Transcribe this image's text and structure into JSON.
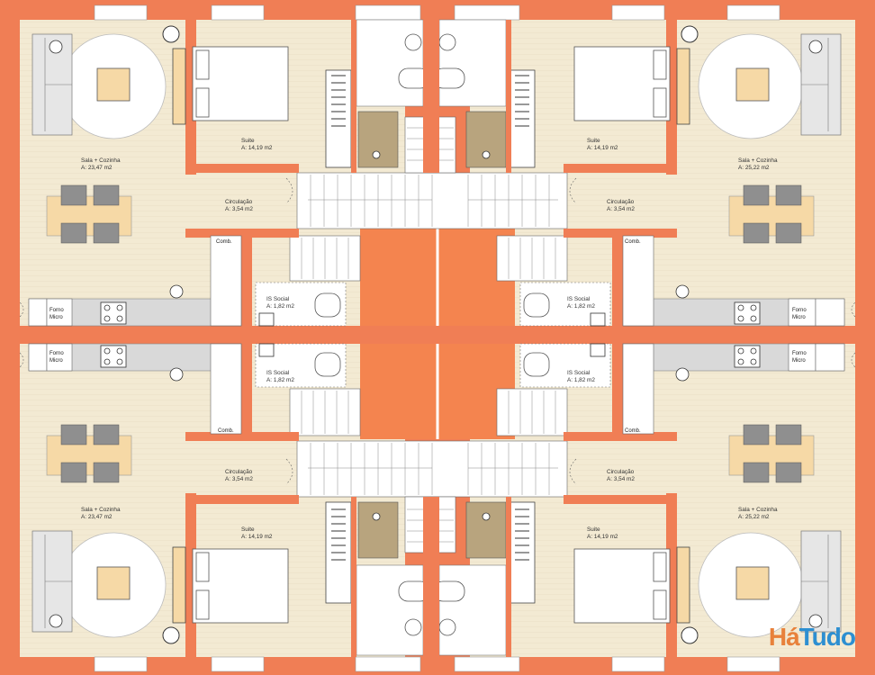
{
  "palette": {
    "wall": "#f07e55",
    "core": "#f4844f",
    "floor": "#f3ead3",
    "floor_lines": "#e6dcc0",
    "wet": "#ffffff",
    "counter": "#d9d9d9",
    "furniture": "#c8c8c8",
    "bed": "#ffffff",
    "table": "#9c9c9c",
    "accent": "#f6d9a6",
    "stroke": "#555555"
  },
  "rooms": {
    "living_tl": {
      "name": "Sala + Cozinha",
      "area": "A: 23,47 m2"
    },
    "living_tr": {
      "name": "Sala + Cozinha",
      "area": "A: 25,22 m2"
    },
    "living_bl": {
      "name": "Sala + Cozinha",
      "area": "A: 23,47 m2"
    },
    "living_br": {
      "name": "Sala + Cozinha",
      "area": "A: 25,22 m2"
    },
    "suite_tl": {
      "name": "Suite",
      "area": "A: 14,19 m2"
    },
    "suite_tr": {
      "name": "Suite",
      "area": "A: 14,19 m2"
    },
    "suite_bl": {
      "name": "Suite",
      "area": "A: 14,19 m2"
    },
    "suite_br": {
      "name": "Suite",
      "area": "A: 14,19 m2"
    },
    "circ_tl": {
      "name": "Circulação",
      "area": "A: 3,54 m2"
    },
    "circ_tr": {
      "name": "Circulação",
      "area": "A: 3,54 m2"
    },
    "circ_bl": {
      "name": "Circulação",
      "area": "A: 3,54 m2"
    },
    "circ_br": {
      "name": "Circulação",
      "area": "A: 3,54 m2"
    },
    "ws_tl": {
      "name": "IS Social",
      "area": "A: 1,82 m2"
    },
    "ws_tr": {
      "name": "IS Social",
      "area": "A: 1,82 m2"
    },
    "ws_bl": {
      "name": "IS Social",
      "area": "A: 1,82 m2"
    },
    "ws_br": {
      "name": "IS Social",
      "area": "A: 1,82 m2"
    }
  },
  "appliances": {
    "comb": "Comb.",
    "forno": "Forno",
    "micro": "Micro"
  },
  "watermark": {
    "part_a": "Há",
    "part_b": "Tudo"
  }
}
